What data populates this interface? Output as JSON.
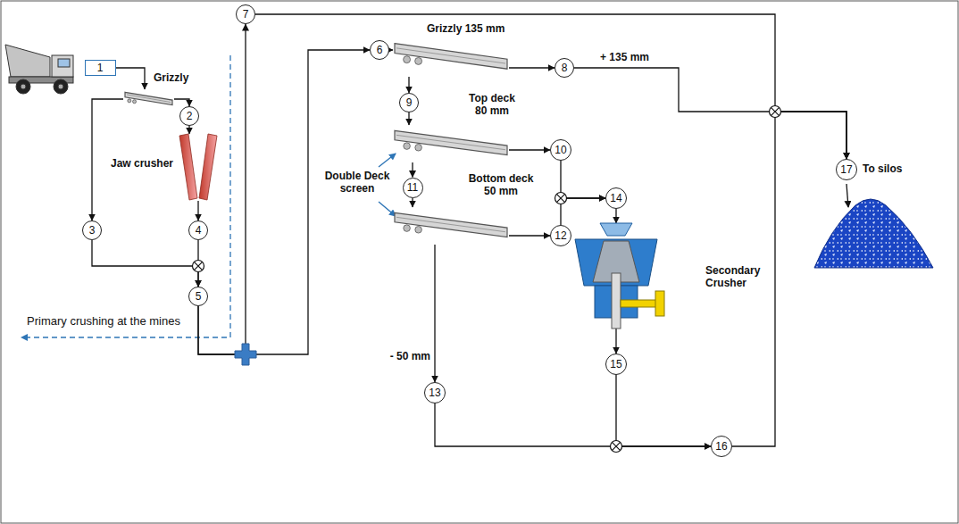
{
  "diagram": {
    "nodes": [
      {
        "text": [
          "1"
        ]
      },
      {
        "text": [
          "Grizzly"
        ]
      },
      {
        "text": [
          "2"
        ]
      },
      {
        "text": [
          "Jaw crusher"
        ]
      },
      {
        "text": [
          "3"
        ]
      },
      {
        "text": [
          "4"
        ]
      },
      {
        "text": [
          "5"
        ]
      },
      {
        "text": [
          "7"
        ]
      },
      {
        "text": [
          "6"
        ]
      },
      {
        "text": [
          "Grizzly 135 mm"
        ]
      },
      {
        "text": [
          "8"
        ]
      },
      {
        "text": [
          "9"
        ]
      },
      {
        "text": [
          "Top deck 80 mm"
        ]
      },
      {
        "text": [
          "10"
        ]
      },
      {
        "text": [
          "11"
        ]
      },
      {
        "text": [
          "Bottom deck 50 mm"
        ]
      },
      {
        "text": [
          "12"
        ]
      },
      {
        "text": [
          "14"
        ]
      },
      {
        "text": [
          "13"
        ]
      },
      {
        "text": [
          "Secondary Crusher"
        ]
      },
      {
        "text": [
          "15"
        ]
      },
      {
        "text": [
          "16"
        ]
      },
      {
        "text": [
          "17"
        ]
      }
    ],
    "edges": [
      {
        "from": 0,
        "to": 1,
        "arrow": "to"
      },
      {
        "from": 1,
        "to": 2,
        "arrow": "to"
      },
      {
        "from": 1,
        "to": 4,
        "arrow": "to"
      },
      {
        "from": 2,
        "to": 3,
        "arrow": "to"
      },
      {
        "from": 3,
        "to": 5,
        "arrow": "to"
      },
      {
        "from": 4,
        "to": 6,
        "arrow": "to"
      },
      {
        "from": 5,
        "to": 6,
        "arrow": "to"
      },
      {
        "from": 6,
        "to": 8,
        "arrow": "to"
      },
      {
        "from": 6,
        "to": 7,
        "arrow": "to"
      },
      {
        "from": 8,
        "to": 9,
        "arrow": "to"
      },
      {
        "from": 9,
        "to": 10,
        "arrow": "to"
      },
      {
        "from": 9,
        "to": 11,
        "arrow": "to"
      },
      {
        "from": 11,
        "to": 12,
        "arrow": "to"
      },
      {
        "from": 12,
        "to": 13,
        "arrow": "to"
      },
      {
        "from": 12,
        "to": 14,
        "arrow": "to"
      },
      {
        "from": 14,
        "to": 15,
        "arrow": "to"
      },
      {
        "from": 15,
        "to": 16,
        "arrow": "to"
      },
      {
        "from": 15,
        "to": 18,
        "arrow": "to"
      },
      {
        "from": 13,
        "to": 17,
        "arrow": "to"
      },
      {
        "from": 16,
        "to": 17,
        "arrow": "to"
      },
      {
        "from": 17,
        "to": 19,
        "arrow": "to"
      },
      {
        "from": 19,
        "to": 20,
        "arrow": "to"
      },
      {
        "from": 18,
        "to": 21,
        "arrow": "to"
      },
      {
        "from": 20,
        "to": 21,
        "arrow": "to"
      },
      {
        "from": 10,
        "to": 22,
        "arrow": "to"
      },
      {
        "from": 7,
        "to": 22,
        "arrow": "to"
      },
      {
        "from": 21,
        "to": 22,
        "arrow": "to"
      }
    ],
    "labels": [
      "+ 135 mm",
      "Double Deck screen",
      "- 50 mm",
      "To silos",
      "Primary crushing at the mines"
    ]
  }
}
